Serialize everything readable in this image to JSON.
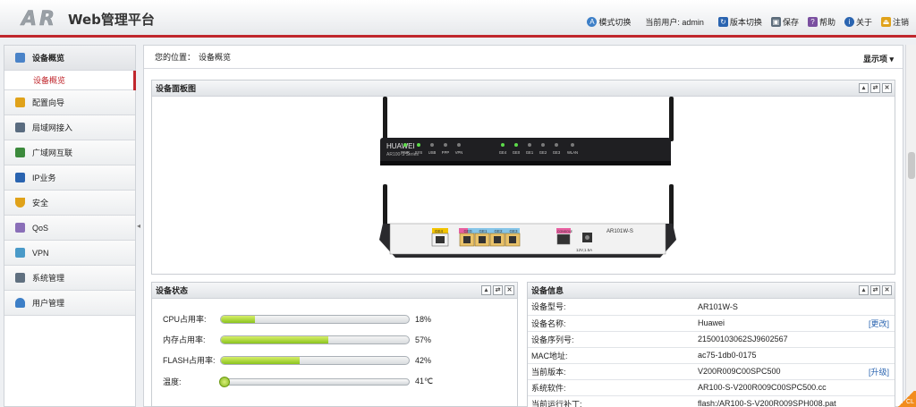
{
  "header": {
    "logo_text": "AR",
    "title": "Web管理平台",
    "mode_switch": "模式切换",
    "current_user_label": "当前用户:",
    "current_user": "admin",
    "version_switch": "版本切换",
    "save": "保存",
    "help": "帮助",
    "about": "关于",
    "logout": "注销"
  },
  "sidebar": {
    "items": [
      {
        "label": "设备概览",
        "icon": "overview-icon"
      },
      {
        "label": "配置向导",
        "icon": "wizard-icon"
      },
      {
        "label": "局域网接入",
        "icon": "lan-icon"
      },
      {
        "label": "广域网互联",
        "icon": "wan-icon"
      },
      {
        "label": "IP业务",
        "icon": "ip-icon"
      },
      {
        "label": "安全",
        "icon": "security-icon"
      },
      {
        "label": "QoS",
        "icon": "qos-icon"
      },
      {
        "label": "VPN",
        "icon": "vpn-icon"
      },
      {
        "label": "系统管理",
        "icon": "system-icon"
      },
      {
        "label": "用户管理",
        "icon": "user-icon"
      }
    ],
    "sub_active": "设备概览"
  },
  "breadcrumb": {
    "prefix": "您的位置：",
    "current": "设备概览",
    "show_items": "显示项"
  },
  "device_panel": {
    "title": "设备面板图",
    "front": {
      "brand": "HUAWEI",
      "model": "AR100-S Series",
      "leds": [
        "PWR",
        "SYS",
        "USB",
        "PPP",
        "VPN",
        "GE4",
        "GE0",
        "GE1",
        "GE2",
        "GE3",
        "WLAN"
      ]
    },
    "back": {
      "model": "AR101W-S",
      "wan_port": "GE4",
      "lan_ports": [
        "GE0",
        "GE1",
        "GE2",
        "GE3"
      ],
      "console": "CONSOLE",
      "power": "12V,1.5A"
    }
  },
  "status_panel": {
    "title": "设备状态",
    "rows": [
      {
        "label": "CPU占用率:",
        "value": "18%",
        "fraction": 0.18
      },
      {
        "label": "内存占用率:",
        "value": "57%",
        "fraction": 0.57
      },
      {
        "label": "FLASH占用率:",
        "value": "42%",
        "fraction": 0.42
      }
    ],
    "temp_label": "温度:",
    "temp_value": "41℃"
  },
  "info_panel": {
    "title": "设备信息",
    "rows": [
      {
        "k": "设备型号:",
        "v": "AR101W-S",
        "a": ""
      },
      {
        "k": "设备名称:",
        "v": "Huawei",
        "a": "[更改]"
      },
      {
        "k": "设备序列号:",
        "v": "21500103062SJ9602567",
        "a": ""
      },
      {
        "k": "MAC地址:",
        "v": "ac75-1db0-0175",
        "a": ""
      },
      {
        "k": "当前版本:",
        "v": "V200R009C00SPC500",
        "a": "[升级]"
      },
      {
        "k": "系统软件:",
        "v": "AR100-S-V200R009C00SPC500.cc",
        "a": ""
      },
      {
        "k": "当前运行补丁:",
        "v": "flash:/AR100-S-V200R009SPH008.pat",
        "a": ""
      }
    ]
  },
  "corner_badge": "CL",
  "colors": {
    "accent": "#c0272d",
    "bar_green": "#8bc41e",
    "link": "#2a64b0"
  }
}
